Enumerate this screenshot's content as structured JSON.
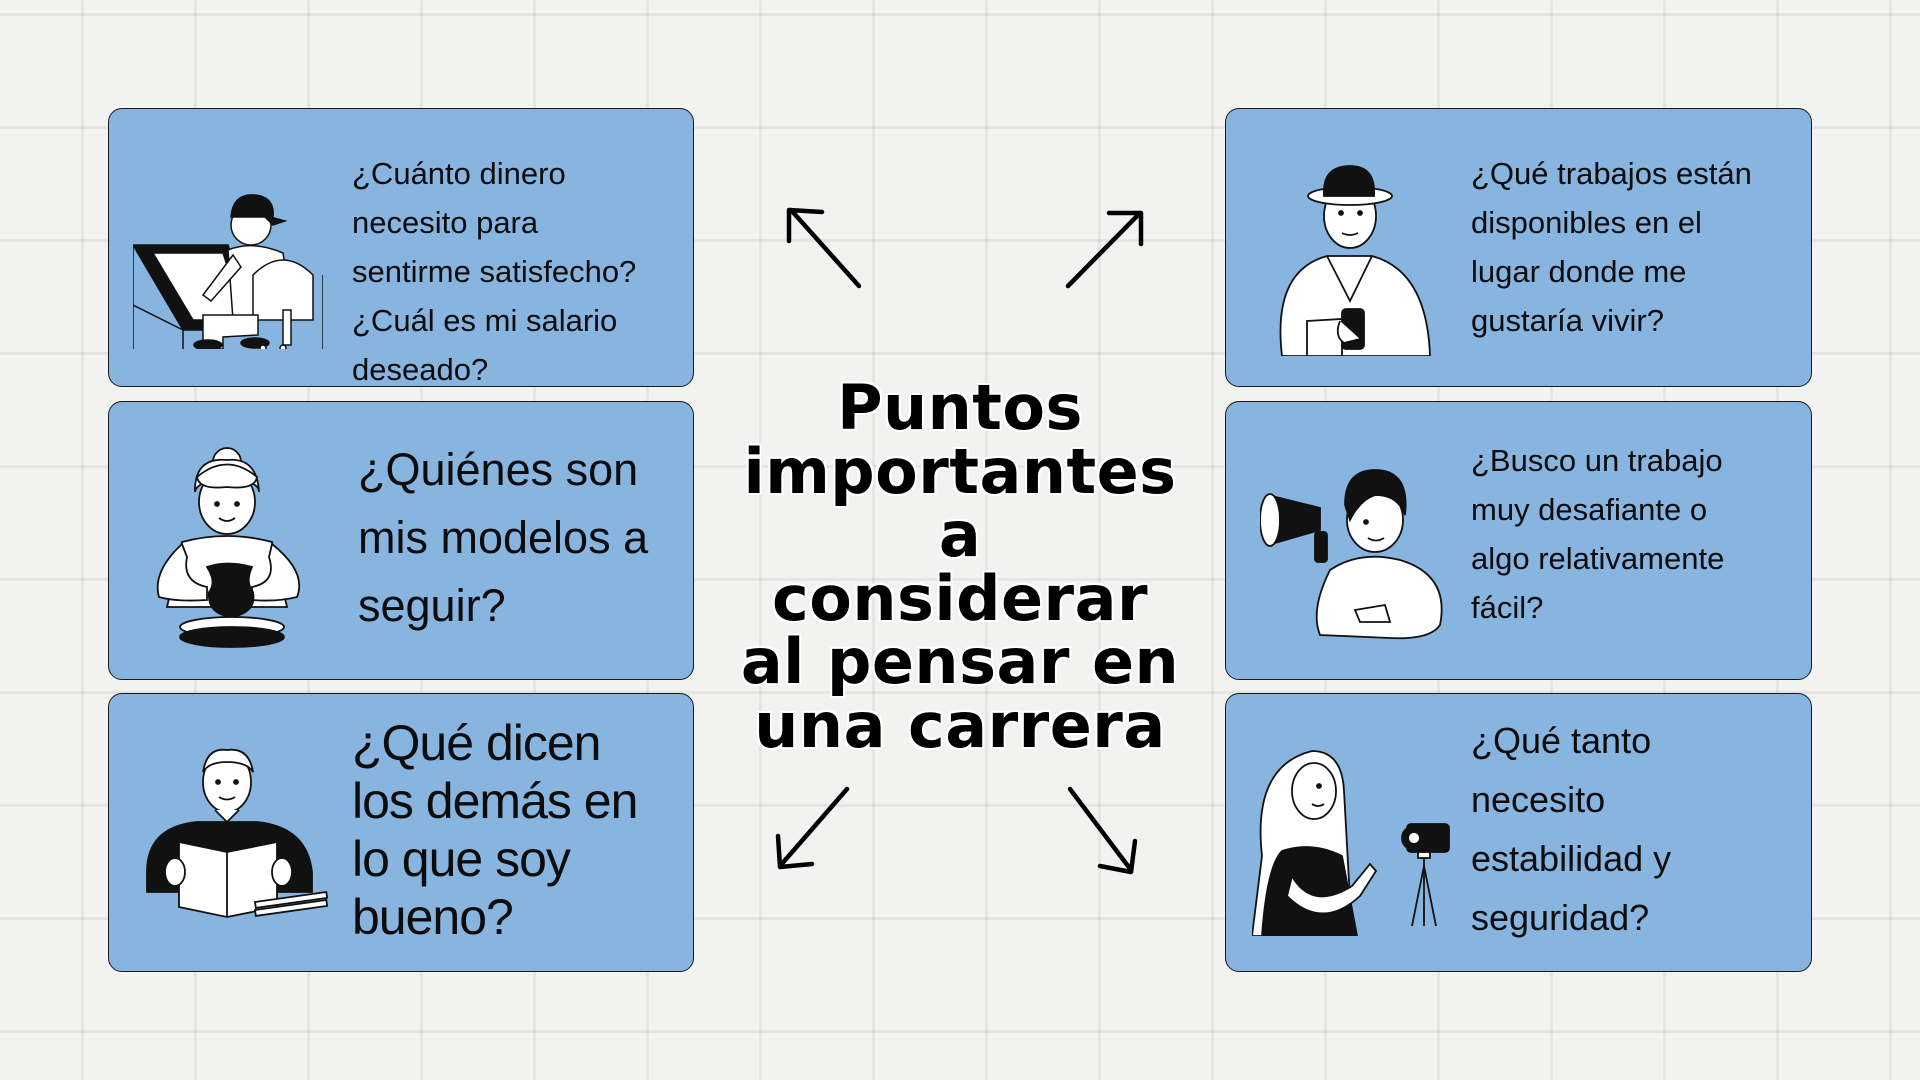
{
  "title": "Puntos\nimportantes\na considerar\nal pensar en\nuna carrera",
  "colors": {
    "background": "#f2f2f1",
    "card_fill": "#88b4e0",
    "card_border": "#1b1b1b",
    "text": "#0c0c0c"
  },
  "cards": [
    {
      "position": "left-top",
      "illustration": "person-drawing-at-drafting-table",
      "text": "¿Cuánto dinero\nnecesito para\nsentirme satisfecho?\n¿Cuál es mi salario\ndeseado?"
    },
    {
      "position": "left-middle",
      "illustration": "person-making-pottery",
      "text": "¿Quiénes son\nmis modelos a\nseguir?"
    },
    {
      "position": "left-bottom",
      "illustration": "person-reading-book",
      "text": "¿Qué dicen\nlos demás en\nlo que soy\nbueno?"
    },
    {
      "position": "right-top",
      "illustration": "man-with-hat-holding-phone",
      "text": "¿Qué trabajos están\ndisponibles en el\nlugar donde me\ngustaría vivir?"
    },
    {
      "position": "right-middle",
      "illustration": "man-with-megaphone",
      "text": "¿Busco un trabajo\nmuy desafiante o\nalgo relativamente\nfácil?"
    },
    {
      "position": "right-bottom",
      "illustration": "woman-with-camera-tripod",
      "text": "¿Qué tanto\nnecesito\nestabilidad y\nseguridad?"
    }
  ],
  "arrows": [
    "arrow-up-left",
    "arrow-up-right",
    "arrow-down-left",
    "arrow-down-right"
  ]
}
